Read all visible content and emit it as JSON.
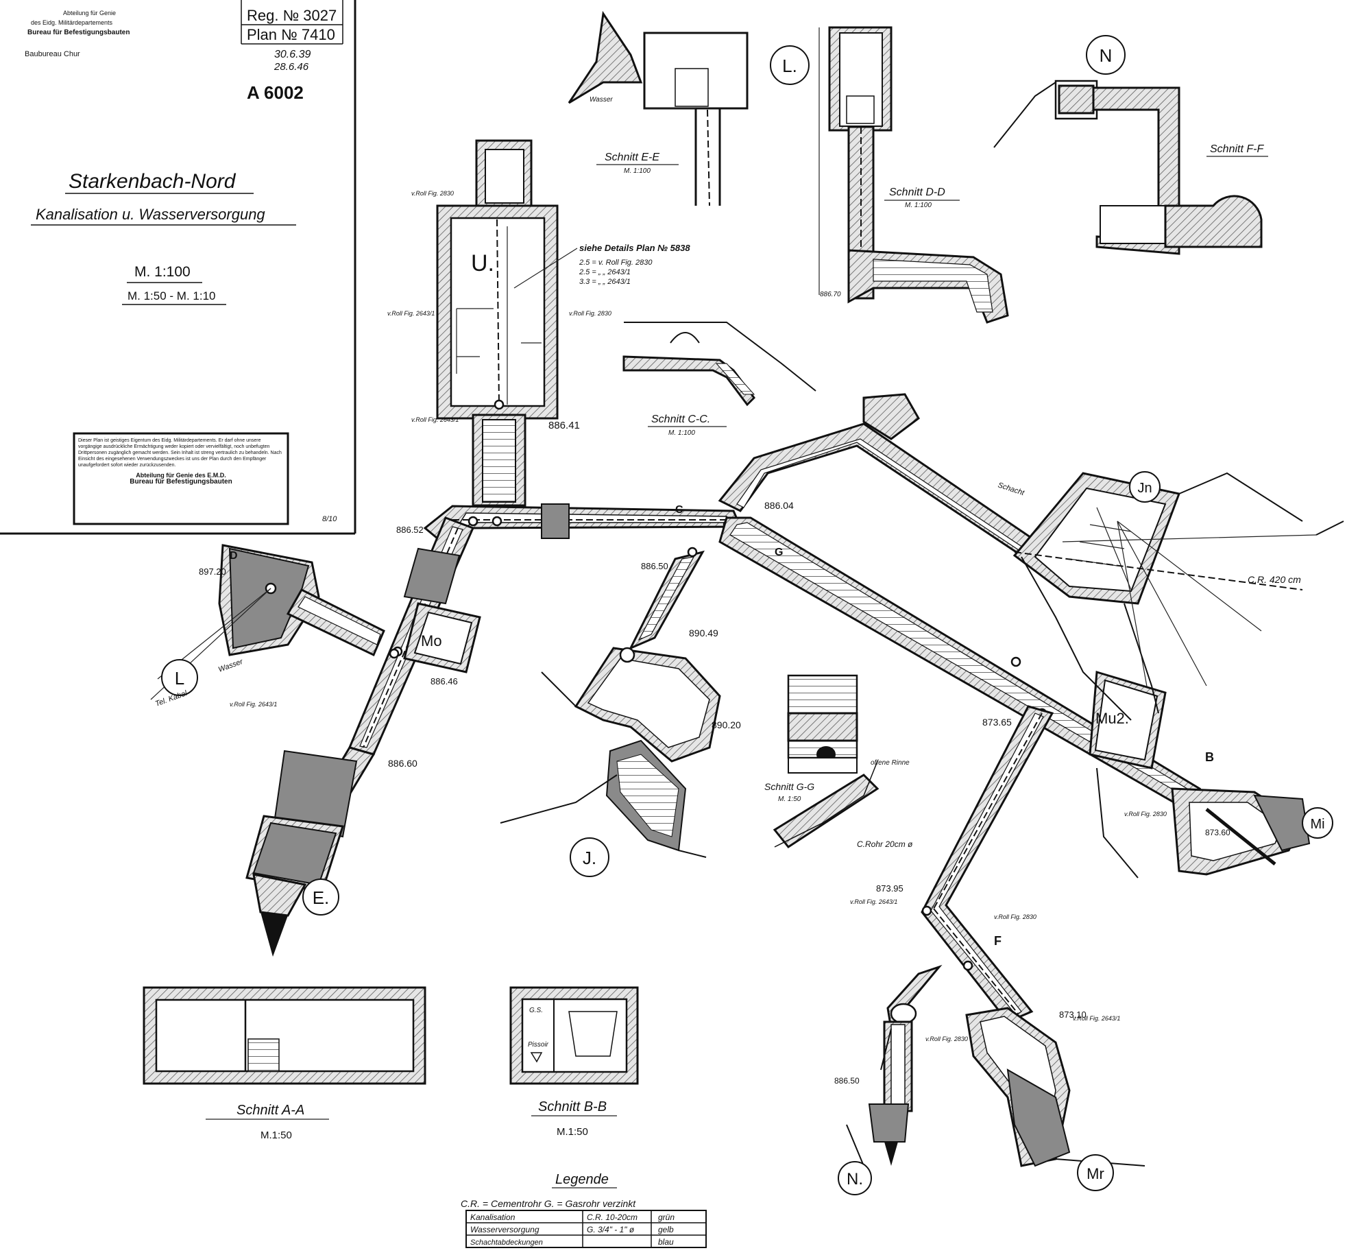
{
  "office_header": {
    "line1": "Abteilung für Genie",
    "line2": "des Eidg. Militärdepartements",
    "line3": "Bureau für Befestigungsbauten",
    "line4": "Baubureau Chur"
  },
  "registry": {
    "reg_no": "Reg. № 3027",
    "plan_no": "Plan № 7410",
    "date1": "30.6.39",
    "date2": "28.6.46",
    "archive_no": "A 6002"
  },
  "title_block": {
    "title": "Starkenbach-Nord",
    "subtitle": "Kanalisation u. Wasserversorgung",
    "scale_main": "M. 1:100",
    "scale_details": "M. 1:50 - M. 1:10"
  },
  "property_notice": {
    "text": "Dieser Plan ist geistiges Eigentum des Eidg. Militärdepartements. Er darf ohne unsere vorgängige ausdrückliche Ermächtigung weder kopiert oder vervielfältigt, noch unbefugten Drittpersonen zugänglich gemacht werden. Sein Inhalt ist streng vertraulich zu behandeln. Nach Einsicht des eingesehenen Verwendungszweckes ist uns der Plan durch den Empfänger unaufgefordert sofort wieder zurückzusenden.",
    "footer1": "Abteilung für Genie des E.M.D.",
    "footer2": "Bureau für Befestigungsbauten",
    "sheet_ref": "8/10"
  },
  "room_labels": {
    "u": "U.",
    "mo": "Mo",
    "mu2": "Mu2.",
    "jn": "Jn",
    "mi": "Mi",
    "mr": "Mr"
  },
  "circle_labels": {
    "l_top": "L.",
    "n_top": "N",
    "l_left": "L",
    "e": "E.",
    "j": "J.",
    "n_bottom": "N."
  },
  "details_ref": {
    "title": "siehe Details Plan № 5838",
    "line1": "2.5 = v. Roll Fig. 2830",
    "line2": "2.5 =   „    „  2643/1",
    "line3": "3.3 =   „    „  2643/1"
  },
  "sections": {
    "ee": {
      "title": "Schnitt E-E",
      "scale": "M. 1:100"
    },
    "dd": {
      "title": "Schnitt D-D",
      "scale": "M. 1:100"
    },
    "ff": {
      "title": "Schnitt F-F",
      "scale": ""
    },
    "cc": {
      "title": "Schnitt C-C.",
      "scale": "M. 1:100"
    },
    "gg": {
      "title": "Schnitt G-G",
      "scale": "M. 1:50"
    },
    "aa": {
      "title": "Schnitt A-A",
      "scale": "M.1:50"
    },
    "bb": {
      "title": "Schnitt B-B",
      "scale": "M.1:50"
    }
  },
  "elevations": {
    "e1": "886.41",
    "e2": "886.04",
    "e3": "886.52",
    "e4": "897.20",
    "e5": "886.46",
    "e6": "886.50",
    "e7": "890.49",
    "e8": "890.20",
    "e9": "886.60",
    "e10": "873.65",
    "e11": "873.95",
    "e12": "873.10",
    "e13": "886.50",
    "e14": "886.70",
    "e15": "873.60"
  },
  "annotations": {
    "vroll_2830": "v.Roll Fig. 2830",
    "vroll_2643": "v.Roll Fig. 2643/1",
    "cr_pipe": "C.R. 420 cm",
    "wasser": "Wasser",
    "tel_kabel": "Tel. Kabel",
    "schacht": "Schacht",
    "offene_rinne": "offene Rinne",
    "cr_rohr": "C.Rohr 20cm ø",
    "pissoir": "Pissoir",
    "gs": "G.S.",
    "section_c": "C",
    "section_g": "G",
    "section_f": "F",
    "section_d": "D",
    "section_b": "B"
  },
  "legend": {
    "title": "Legende",
    "abbreviations": "C.R. = Cementrohr   G. = Gasrohr verzinkt",
    "rows": [
      {
        "name": "Kanalisation",
        "spec": "C.R. 10-20cm",
        "color": "grün"
      },
      {
        "name": "Wasserversorgung",
        "spec": "G. 3/4\" - 1\" ø",
        "color": "gelb"
      },
      {
        "name": "Schachtabdeckungen",
        "spec": "",
        "color": "blau"
      }
    ]
  }
}
